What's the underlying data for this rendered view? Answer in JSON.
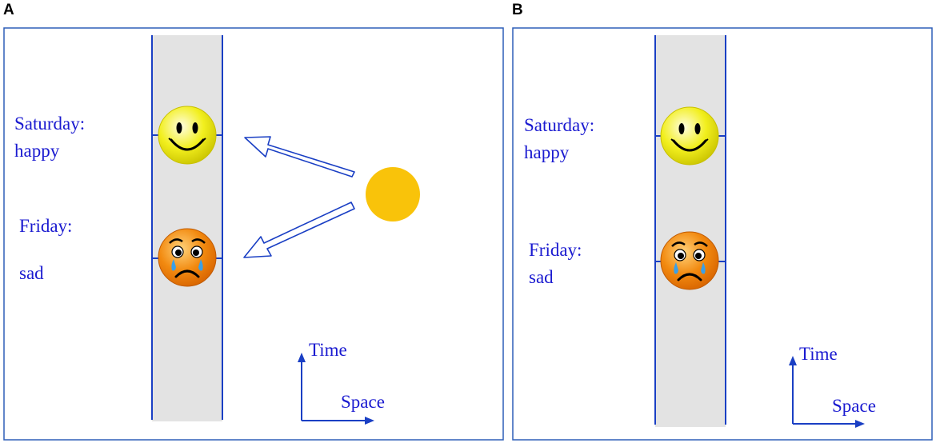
{
  "panels": [
    {
      "letter": "A",
      "events": [
        {
          "label_line1": "Saturday:",
          "label_line2": "happy",
          "mood": "happy"
        },
        {
          "label_line1": "Friday:",
          "label_line2": "sad",
          "mood": "sad"
        }
      ],
      "axes": {
        "vertical": "Time",
        "horizontal": "Space"
      },
      "has_external_observer": true
    },
    {
      "letter": "B",
      "events": [
        {
          "label_line1": "Saturday:",
          "label_line2": "happy",
          "mood": "happy"
        },
        {
          "label_line1": "Friday:",
          "label_line2": "sad",
          "mood": "sad"
        }
      ],
      "axes": {
        "vertical": "Time",
        "horizontal": "Space"
      },
      "has_external_observer": false
    }
  ],
  "colors": {
    "frame": "#2e5fb8",
    "text": "#1a1ad0",
    "worldline_fill": "#e3e3e3",
    "worldline_edge": "#1a3fc4",
    "sun": "#f9c30a",
    "happy_face": "#f2ef1e",
    "sad_face": "#f28a10",
    "arrow": "#1a3fc4"
  },
  "icons": [
    "happy-face-icon",
    "sad-face-icon",
    "sun-icon",
    "arrow-icon"
  ]
}
